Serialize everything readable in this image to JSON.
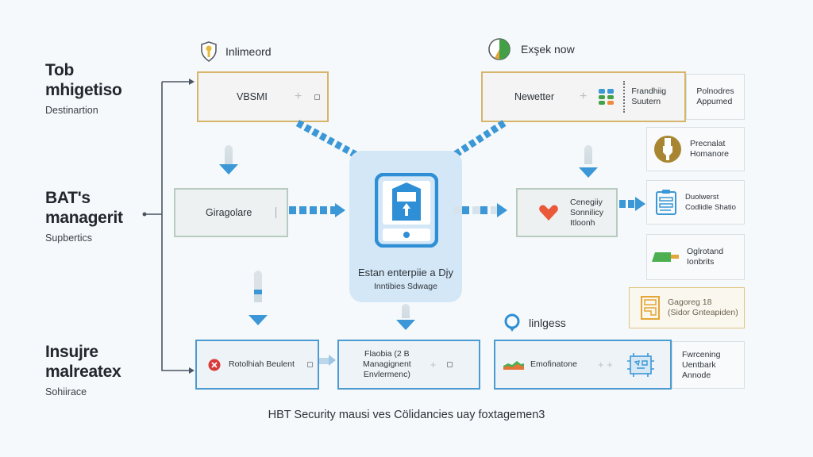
{
  "left_sections": [
    {
      "title_line1": "Tob",
      "title_line2": "mhigetiso",
      "subtitle": "Destinartion"
    },
    {
      "title_line1": "BAT's",
      "title_line2": "managerit",
      "subtitle": "Supbertics"
    },
    {
      "title_line1": "Insujre",
      "title_line2": "malreatex",
      "subtitle": "Sohiirace"
    }
  ],
  "top_left": {
    "header": "Inlimeord",
    "header_icon": "shield-key-icon",
    "box_label": "VBSMI"
  },
  "top_right": {
    "header": "Exşek now",
    "header_icon": "gauge-icon",
    "box_label": "Newetter",
    "side_label_line1": "Frandhiig",
    "side_label_line2": "Suutern",
    "panel_line1": "Polnodres",
    "panel_line2": "Appumed"
  },
  "mid_left": {
    "box_label": "Giragolare"
  },
  "center": {
    "line1": "Estan enterpiie a Dįy",
    "line2": "Inntibies Sdwage",
    "icon": "mobile-lock-icon"
  },
  "mid_right": {
    "line1": "Cenegiiy",
    "line2": "Sonnilicy",
    "line3": "Itloonh",
    "icon": "heart-icon"
  },
  "right_cards": [
    {
      "line1": "Precnalat",
      "line2": "Homanore",
      "icon": "usb-plug-icon"
    },
    {
      "line1": "Duolwerst",
      "line2": "Codlidle Shatio",
      "icon": "clipboard-icon"
    },
    {
      "line1": "Oglrotand",
      "line2": "Ionbrits",
      "icon": "cable-icon"
    },
    {
      "line1": "Gagoreg 18",
      "line2": "(Sidor Gnteapiden)",
      "icon": "document-icon"
    }
  ],
  "bottom_left": {
    "label": "Rotolhiah Beulent",
    "icon": "alert-icon"
  },
  "bottom_mid": {
    "line1": "Flaobia (2 B",
    "line2": "Managignent",
    "line3": "Envlermenc)"
  },
  "bottom_right": {
    "header": "linlgess",
    "header_icon": "location-pin-icon",
    "box_label": "Emofinatone",
    "box_icon": "chart-icon",
    "panel_line1": "Fwrcening",
    "panel_line2": "Uentbark",
    "panel_line3": "Annode",
    "device_icon": "circuit-board-icon"
  },
  "footer": "HBT Security mausi ves Cölidancies uay foxtagemen3"
}
